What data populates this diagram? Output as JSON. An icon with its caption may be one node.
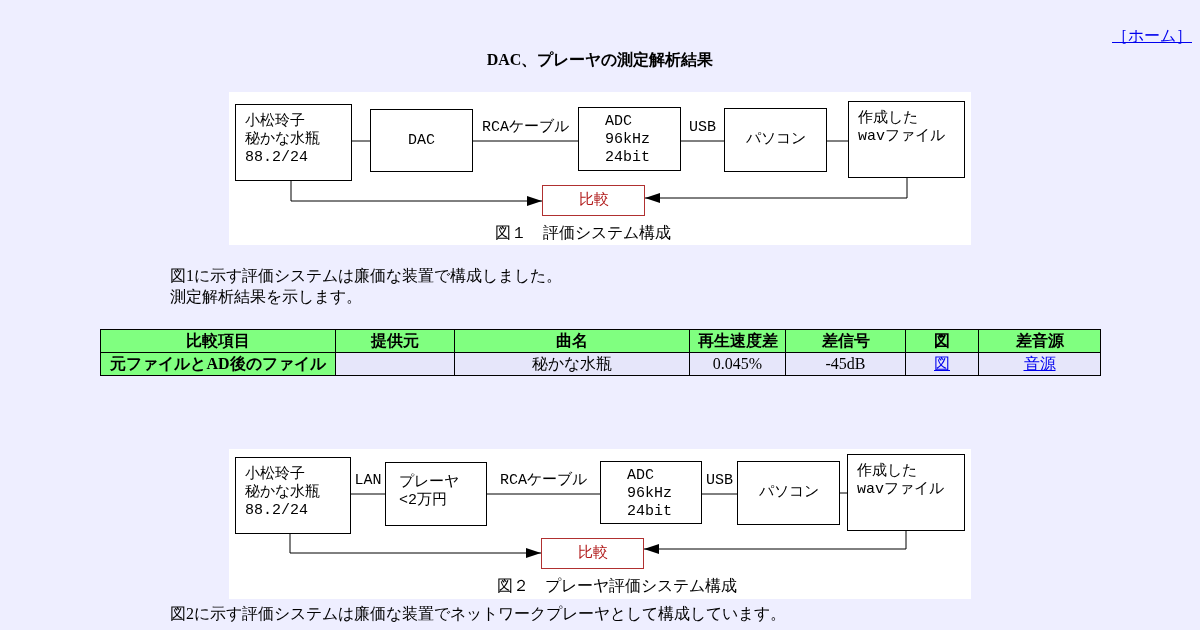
{
  "diagram": {
    "title": "DAC、プレーヤの測定解析結果",
    "nodes": [
      {
        "text": [
          "図１　評価システム構成"
        ]
      },
      {
        "text": [
          "小松玲子秘かな水瓶 88.2/24"
        ],
        "in": 0
      },
      {
        "text": [
          "DAC"
        ],
        "in": 0
      },
      {
        "text": [
          "ADC 96kHz 24bit"
        ],
        "in": 0
      },
      {
        "text": [
          "パソコン"
        ],
        "in": 0
      },
      {
        "text": [
          "作成した wavファイル"
        ],
        "in": 0
      },
      {
        "text": [
          "比較"
        ],
        "in": 0
      },
      {
        "text": [
          "図２　プレーヤ評価システム構成"
        ]
      },
      {
        "text": [
          "小松玲子秘かな水瓶 88.2/24"
        ],
        "in": 7
      },
      {
        "text": [
          "プレーヤ <2万円"
        ],
        "in": 7
      },
      {
        "text": [
          "ADC 96kHz 24bit"
        ],
        "in": 7
      },
      {
        "text": [
          "パソコン"
        ],
        "in": 7
      },
      {
        "text": [
          "作成した wavファイル"
        ],
        "in": 7
      },
      {
        "text": [
          "比較"
        ],
        "in": 7
      }
    ],
    "edges": [
      {
        "from": 1,
        "to": 2,
        "arrow": "none"
      },
      {
        "from": 2,
        "to": 3,
        "arrow": "none",
        "label": "RCAケーブル"
      },
      {
        "from": 3,
        "to": 4,
        "arrow": "none",
        "label": "USB"
      },
      {
        "from": 4,
        "to": 5,
        "arrow": "none"
      },
      {
        "from": 1,
        "to": 6,
        "arrow": "to"
      },
      {
        "from": 5,
        "to": 6,
        "arrow": "to"
      },
      {
        "from": 8,
        "to": 9,
        "arrow": "none",
        "label": "LAN"
      },
      {
        "from": 9,
        "to": 10,
        "arrow": "none",
        "label": "RCAケーブル"
      },
      {
        "from": 10,
        "to": 11,
        "arrow": "none",
        "label": "USB"
      },
      {
        "from": 11,
        "to": 12,
        "arrow": "none"
      },
      {
        "from": 8,
        "to": 13,
        "arrow": "to"
      },
      {
        "from": 12,
        "to": 13,
        "arrow": "to"
      }
    ],
    "labels": [
      "［ホーム］",
      "図1に示す評価システムは廉価な装置で構成しました。",
      "測定解析結果を示します。",
      "比較項目",
      "提供元",
      "曲名",
      "再生速度差",
      "差信号",
      "図",
      "差音源",
      "元ファイルとAD後のファイル",
      "秘かな水瓶",
      "0.045%",
      "-45dB",
      "図",
      "音源",
      "図2に示す評価システムは廉価な装置でネットワークプレーヤとして構成しています。"
    ]
  }
}
